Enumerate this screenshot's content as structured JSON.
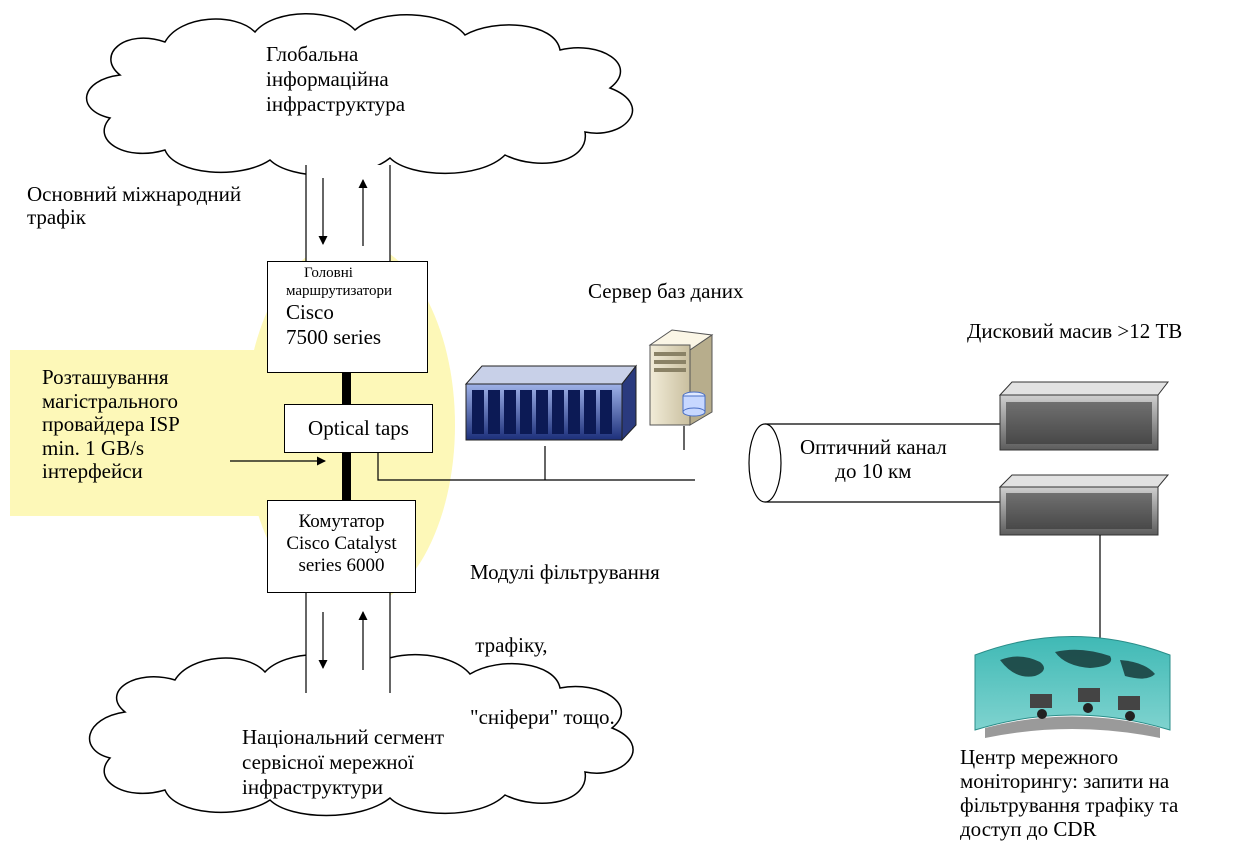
{
  "clouds": {
    "global": [
      "Глобальна",
      "інформаційна",
      "інфраструктура"
    ],
    "national": [
      "Національний сегмент",
      "сервісної мережної",
      "інфраструктури"
    ]
  },
  "labels": {
    "main_traffic": [
      "Основний міжнародний",
      "трафік"
    ],
    "isp_location": [
      "Розташування",
      "магістрального",
      "провайдера ISP",
      "min. 1 GB/s",
      "інтерфейси"
    ],
    "db_server": "Сервер баз даних",
    "disk_array": "Дисковий масив >12 TB",
    "optical_channel": [
      "Оптичний канал",
      "до 10 км"
    ],
    "filter_modules": [
      "Модулі фільтрування",
      " трафіку,",
      "\"сніфери\" тощо."
    ],
    "monitoring_center": [
      "Центр мережного",
      "моніторингу: запити на",
      "фільтрування трафіку та",
      "доступ до CDR"
    ]
  },
  "boxes": {
    "routers": [
      "Головні",
      "маршрутизатори",
      "Cisco",
      "7500 series"
    ],
    "optical_taps": "Optical taps",
    "switch": [
      "Комутатор",
      "Cisco Catalyst",
      "series 6000"
    ]
  },
  "colors": {
    "highlight": "#fdf8b8"
  }
}
